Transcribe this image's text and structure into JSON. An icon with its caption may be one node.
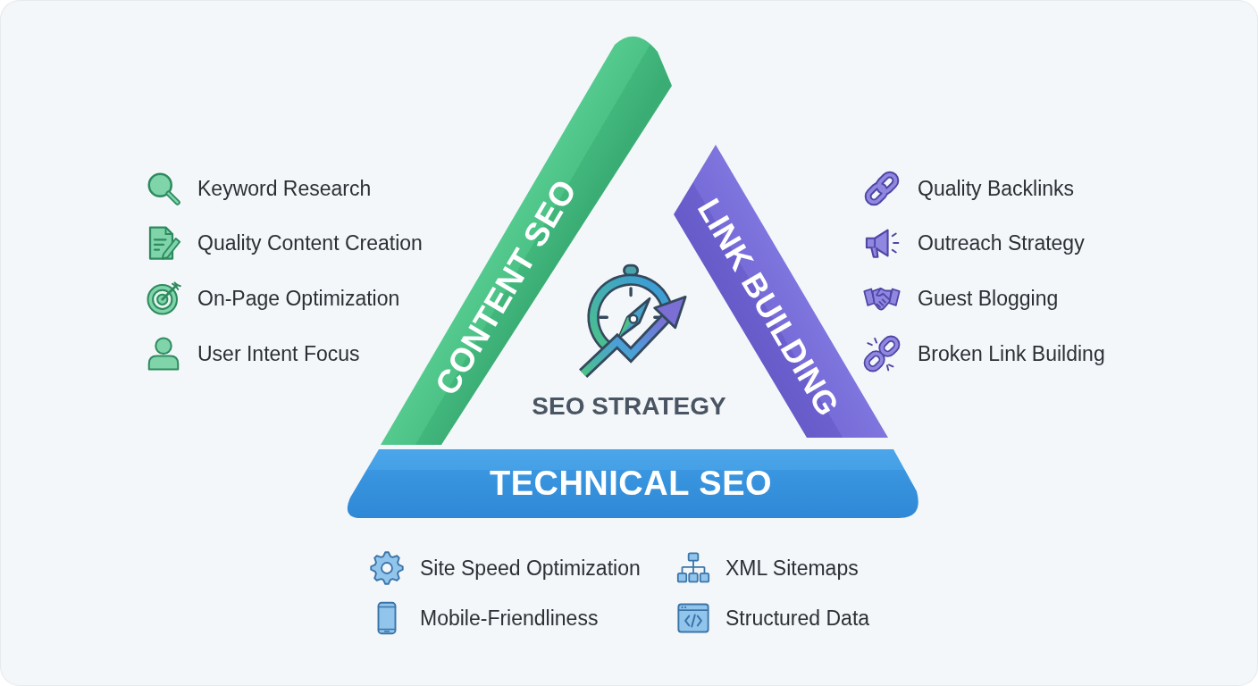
{
  "diagram": {
    "title": "SEO STRATEGY",
    "nodes": [
      {
        "text": [
          "CONTENT SEO"
        ],
        "beside": [
          "Keyword Research",
          "Quality Content Creation",
          "On-Page Optimization",
          "User Intent Focus"
        ]
      },
      {
        "text": [
          "LINK BUILDING"
        ],
        "beside": [
          "Quality Backlinks",
          "Outreach Strategy",
          "Guest Blogging",
          "Broken Link Building"
        ]
      },
      {
        "text": [
          "TECHNICAL SEO"
        ],
        "beside": [
          "Site Speed Optimization",
          "XML Sitemaps",
          "Mobile-Friendliness",
          "Structured Data"
        ]
      }
    ]
  }
}
